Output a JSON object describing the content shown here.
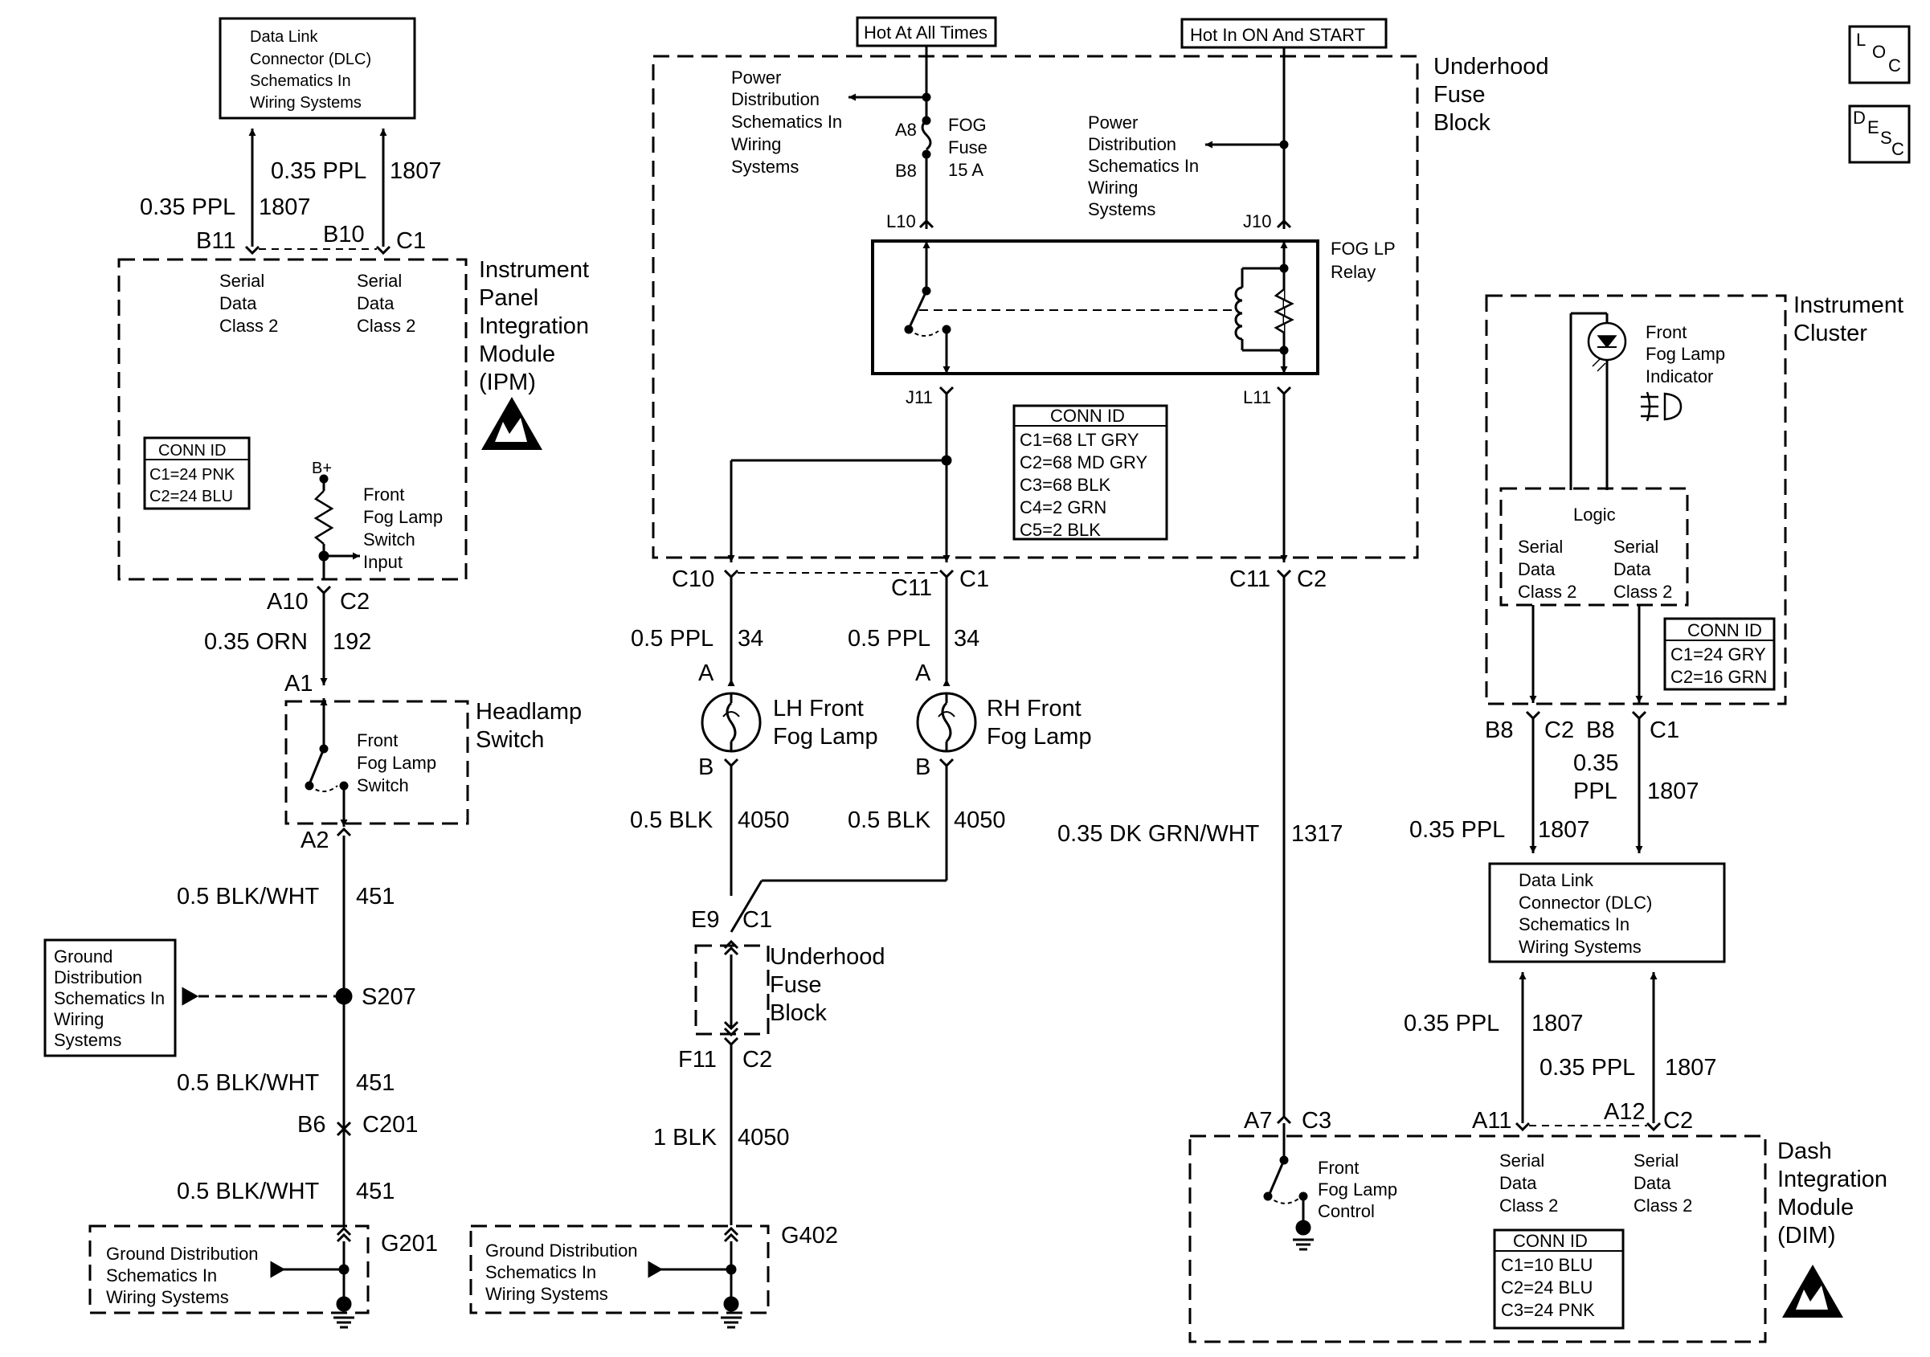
{
  "labels": {
    "dlc_top": [
      "Data Link",
      "Connector (DLC)",
      "Schematics In",
      "Wiring Systems"
    ],
    "w_b11": "0.35 PPL",
    "w_b11_c": "1807",
    "w_b10": "0.35 PPL",
    "w_b10_c": "1807",
    "pin_b11": "B11",
    "pin_b10": "B10",
    "conn_c1": "C1",
    "sd": [
      "Serial",
      "Data",
      "Class 2"
    ],
    "ipm": [
      "Instrument",
      "Panel",
      "Integration",
      "Module",
      "(IPM)"
    ],
    "ipm_conn": [
      "CONN ID",
      "C1=24 PNK",
      "C2=24 BLU"
    ],
    "bplus": "B+",
    "ipm_input": [
      "Front",
      "Fog Lamp",
      "Switch",
      "Input"
    ],
    "pin_a10": "A10",
    "conn_c2": "C2",
    "w_192": "0.35 ORN",
    "w_192_c": "192",
    "pin_a1": "A1",
    "pin_a2": "A2",
    "hl_switch": [
      "Front",
      "Fog Lamp",
      "Switch"
    ],
    "hl_title": [
      "Headlamp",
      "Switch"
    ],
    "w_451": "0.5 BLK/WHT",
    "w_451_c": "451",
    "gnd_dist": [
      "Ground",
      "Distribution",
      "Schematics In",
      "Wiring",
      "Systems"
    ],
    "s207": "S207",
    "pin_b6": "B6",
    "c201": "C201",
    "gnd_box": [
      "Ground Distribution",
      "Schematics In",
      "Wiring Systems"
    ],
    "g201": "G201",
    "g402": "G402",
    "hot_all": "Hot At All Times",
    "hot_on": "Hot In ON And START",
    "pwr_dist": [
      "Power",
      "Distribution",
      "Schematics In",
      "Wiring",
      "Systems"
    ],
    "pin_a8": "A8",
    "pin_b8": "B8",
    "fuse": [
      "FOG",
      "Fuse",
      "15 A"
    ],
    "underhood": [
      "Underhood",
      "Fuse",
      "Block"
    ],
    "pin_l10": "L10",
    "pin_j10": "J10",
    "pin_j11": "J11",
    "pin_l11": "L11",
    "relay": [
      "FOG LP",
      "Relay"
    ],
    "ufb_conn": [
      "CONN ID",
      "C1=68 LT GRY",
      "C2=68 MD GRY",
      "C3=68 BLK",
      "C4=2 GRN",
      "C5=2 BLK"
    ],
    "pin_c10": "C10",
    "pin_c11": "C11",
    "w_34": "0.5 PPL",
    "w_34_c": "34",
    "pin_a": "A",
    "pin_b": "B",
    "lh_lamp": [
      "LH Front",
      "Fog Lamp"
    ],
    "rh_lamp": [
      "RH Front",
      "Fog Lamp"
    ],
    "w_4050": "0.5 BLK",
    "w_4050_c": "4050",
    "pin_e9": "E9",
    "pin_f11": "F11",
    "w_1blk": "1 BLK",
    "w_1blk_c": "4050",
    "w_1317": "0.35 DK GRN/WHT",
    "w_1317_c": "1317",
    "pin_a7": "A7",
    "conn_c3": "C3",
    "ic_title": [
      "Instrument",
      "Cluster"
    ],
    "ic_ind": [
      "Front",
      "Fog Lamp",
      "Indicator"
    ],
    "logic": "Logic",
    "ic_conn": [
      "CONN ID",
      "C1=24 GRY",
      "C2=16 GRN"
    ],
    "w_035": "0.35",
    "w_ppl": "PPL",
    "w_1807": "1807",
    "w_035ppl": "0.35 PPL",
    "dlc_right": [
      "Data Link",
      "Connector (DLC)",
      "Schematics In",
      "Wiring Systems"
    ],
    "pin_a11": "A11",
    "pin_a12": "A12",
    "dim_ctrl": [
      "Front",
      "Fog Lamp",
      "Control"
    ],
    "dim_title": [
      "Dash",
      "Integration",
      "Module",
      "(DIM)"
    ],
    "dim_conn": [
      "CONN ID",
      "C1=10 BLU",
      "C2=24 BLU",
      "C3=24 PNK"
    ],
    "loc": [
      "L",
      "O",
      "C"
    ],
    "desc": [
      "D",
      "E",
      "S",
      "C"
    ]
  }
}
